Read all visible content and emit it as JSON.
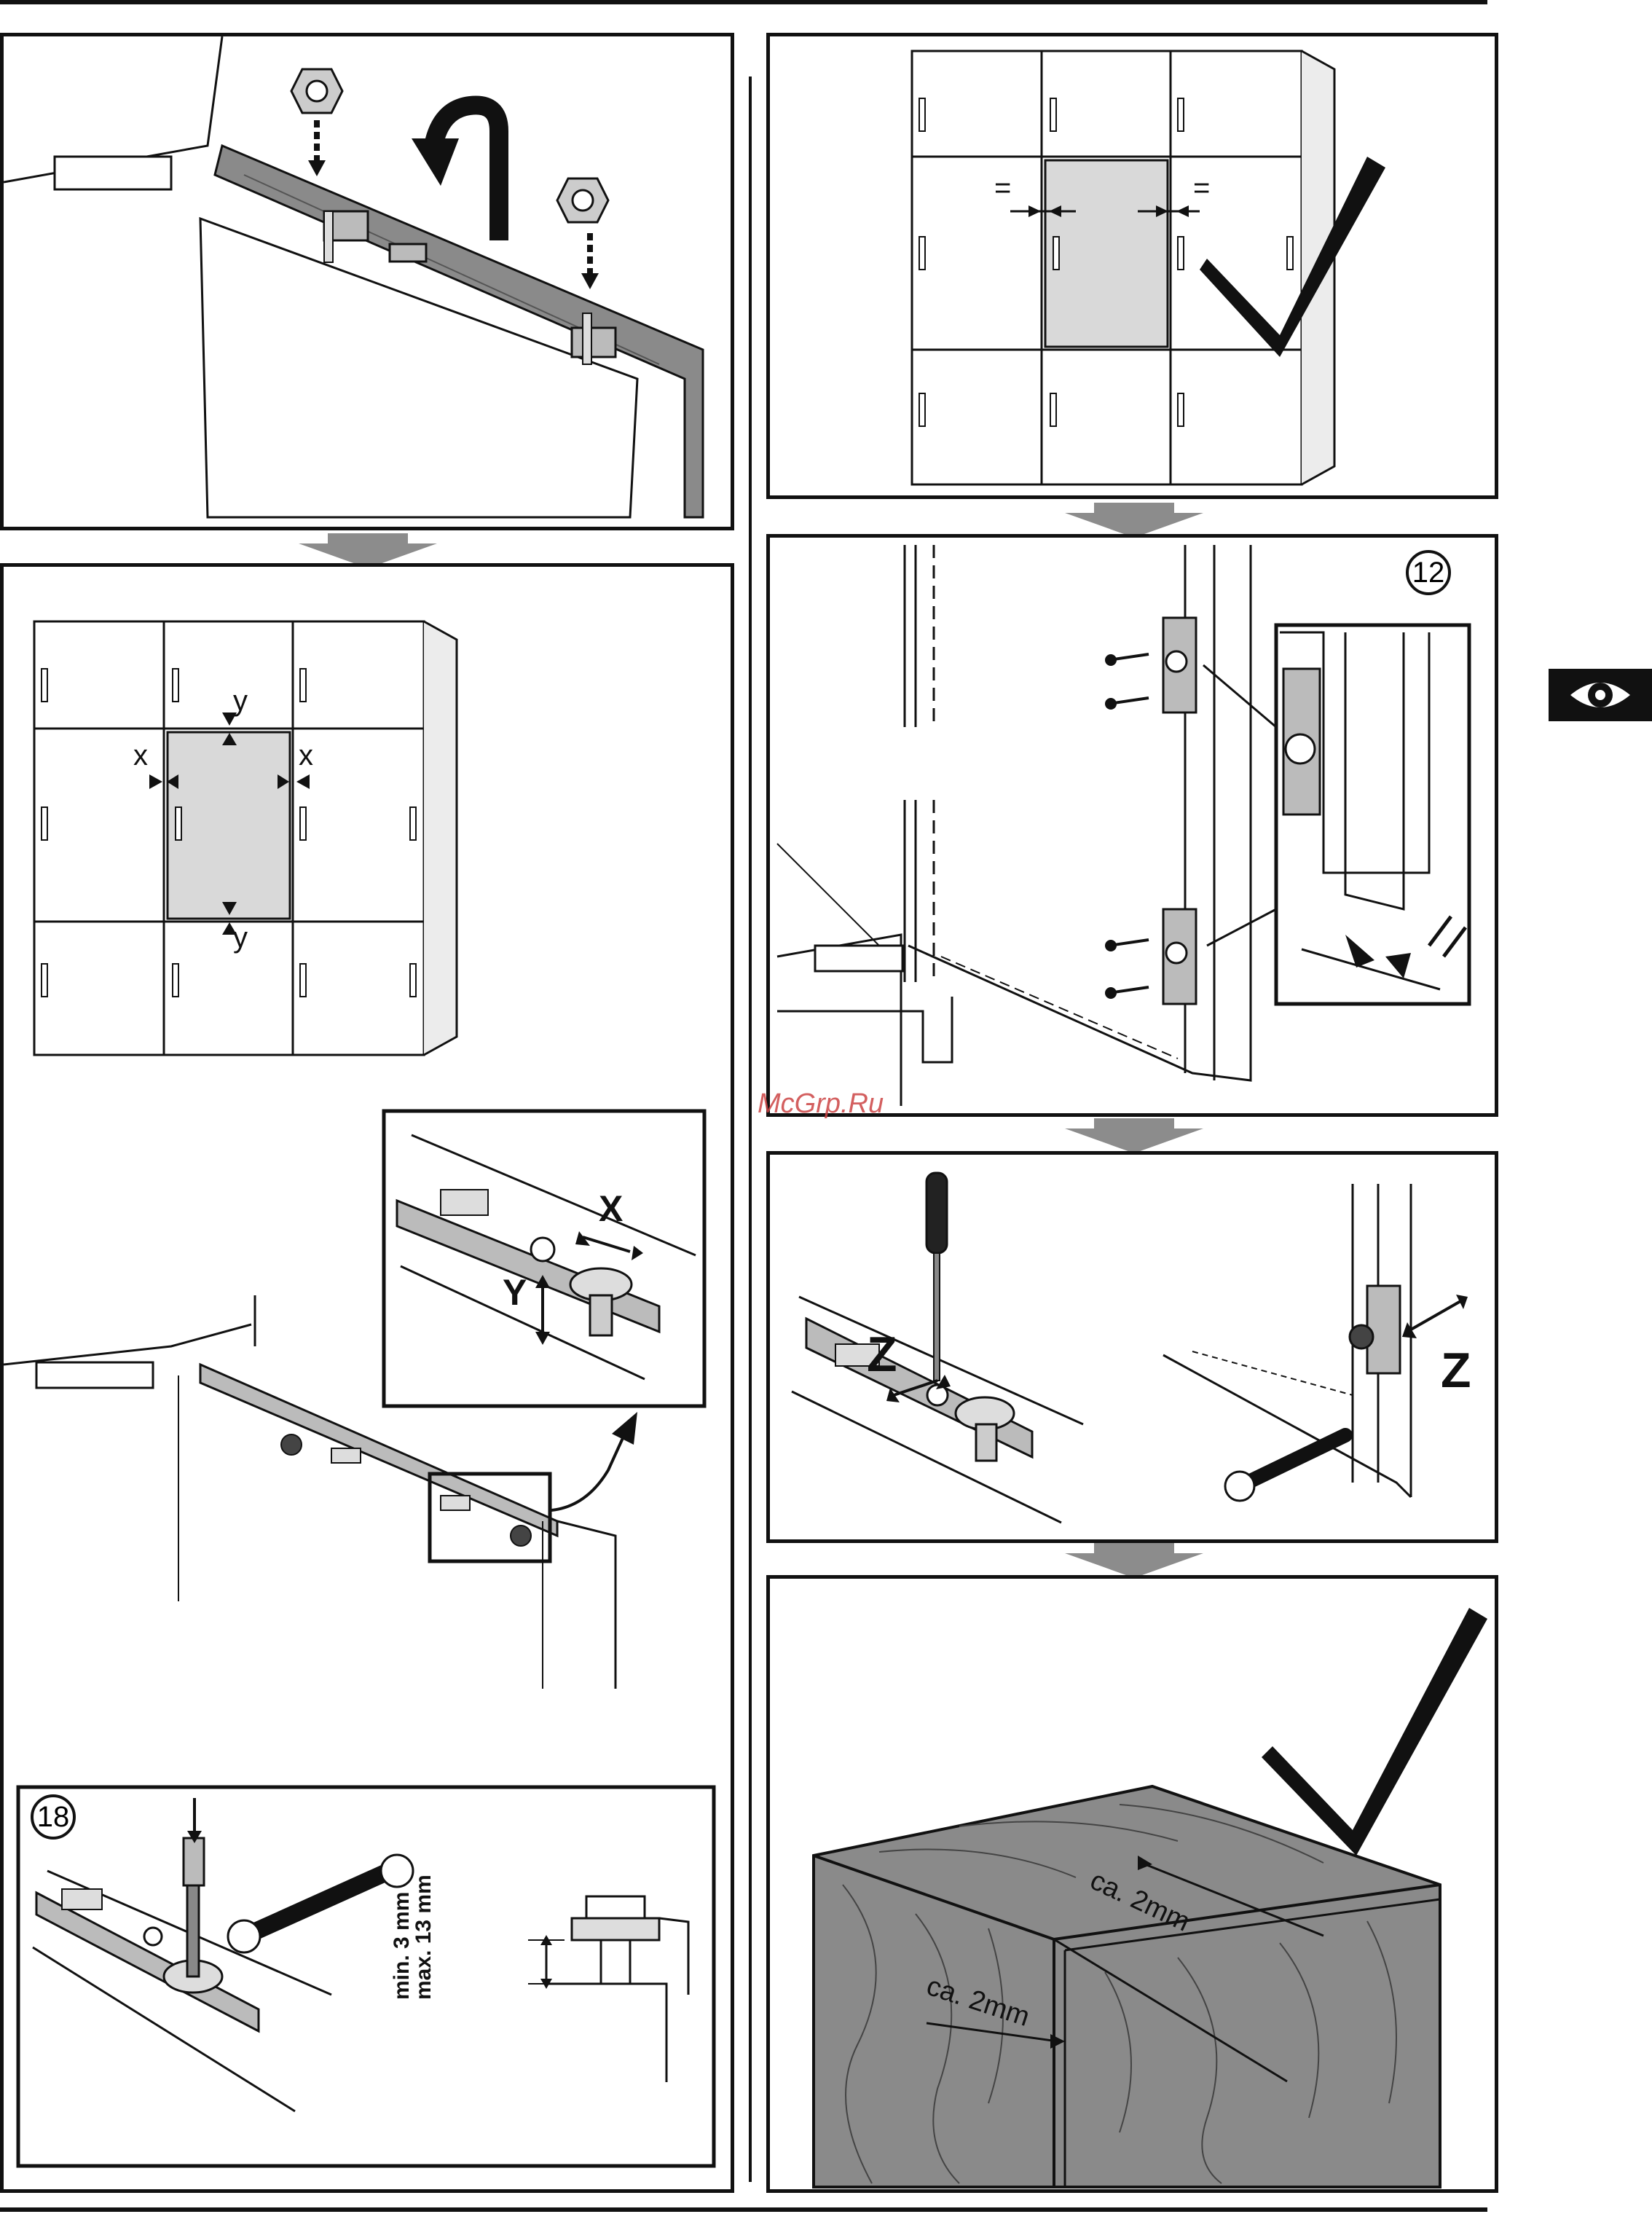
{
  "labels": {
    "x_left": "x",
    "x_right": "x",
    "y_top": "y",
    "y_bottom": "y",
    "X_detail": "X",
    "Y_detail": "Y",
    "Z_left": "Z",
    "Z_right": "Z",
    "eq_left": "=",
    "eq_right": "=",
    "step12": "12",
    "step18": "18",
    "min_gap": "min. 3 mm",
    "max_gap": "max. 13 mm",
    "gap_top": "ca. 2mm",
    "gap_side": "ca. 2mm",
    "watermark": "McGrp.Ru"
  },
  "colors": {
    "line": "#111111",
    "wood": "#8a8a8a",
    "panel_fill": "#d9d9d9",
    "arrow": "#8c8c8c",
    "check": "#111111"
  }
}
